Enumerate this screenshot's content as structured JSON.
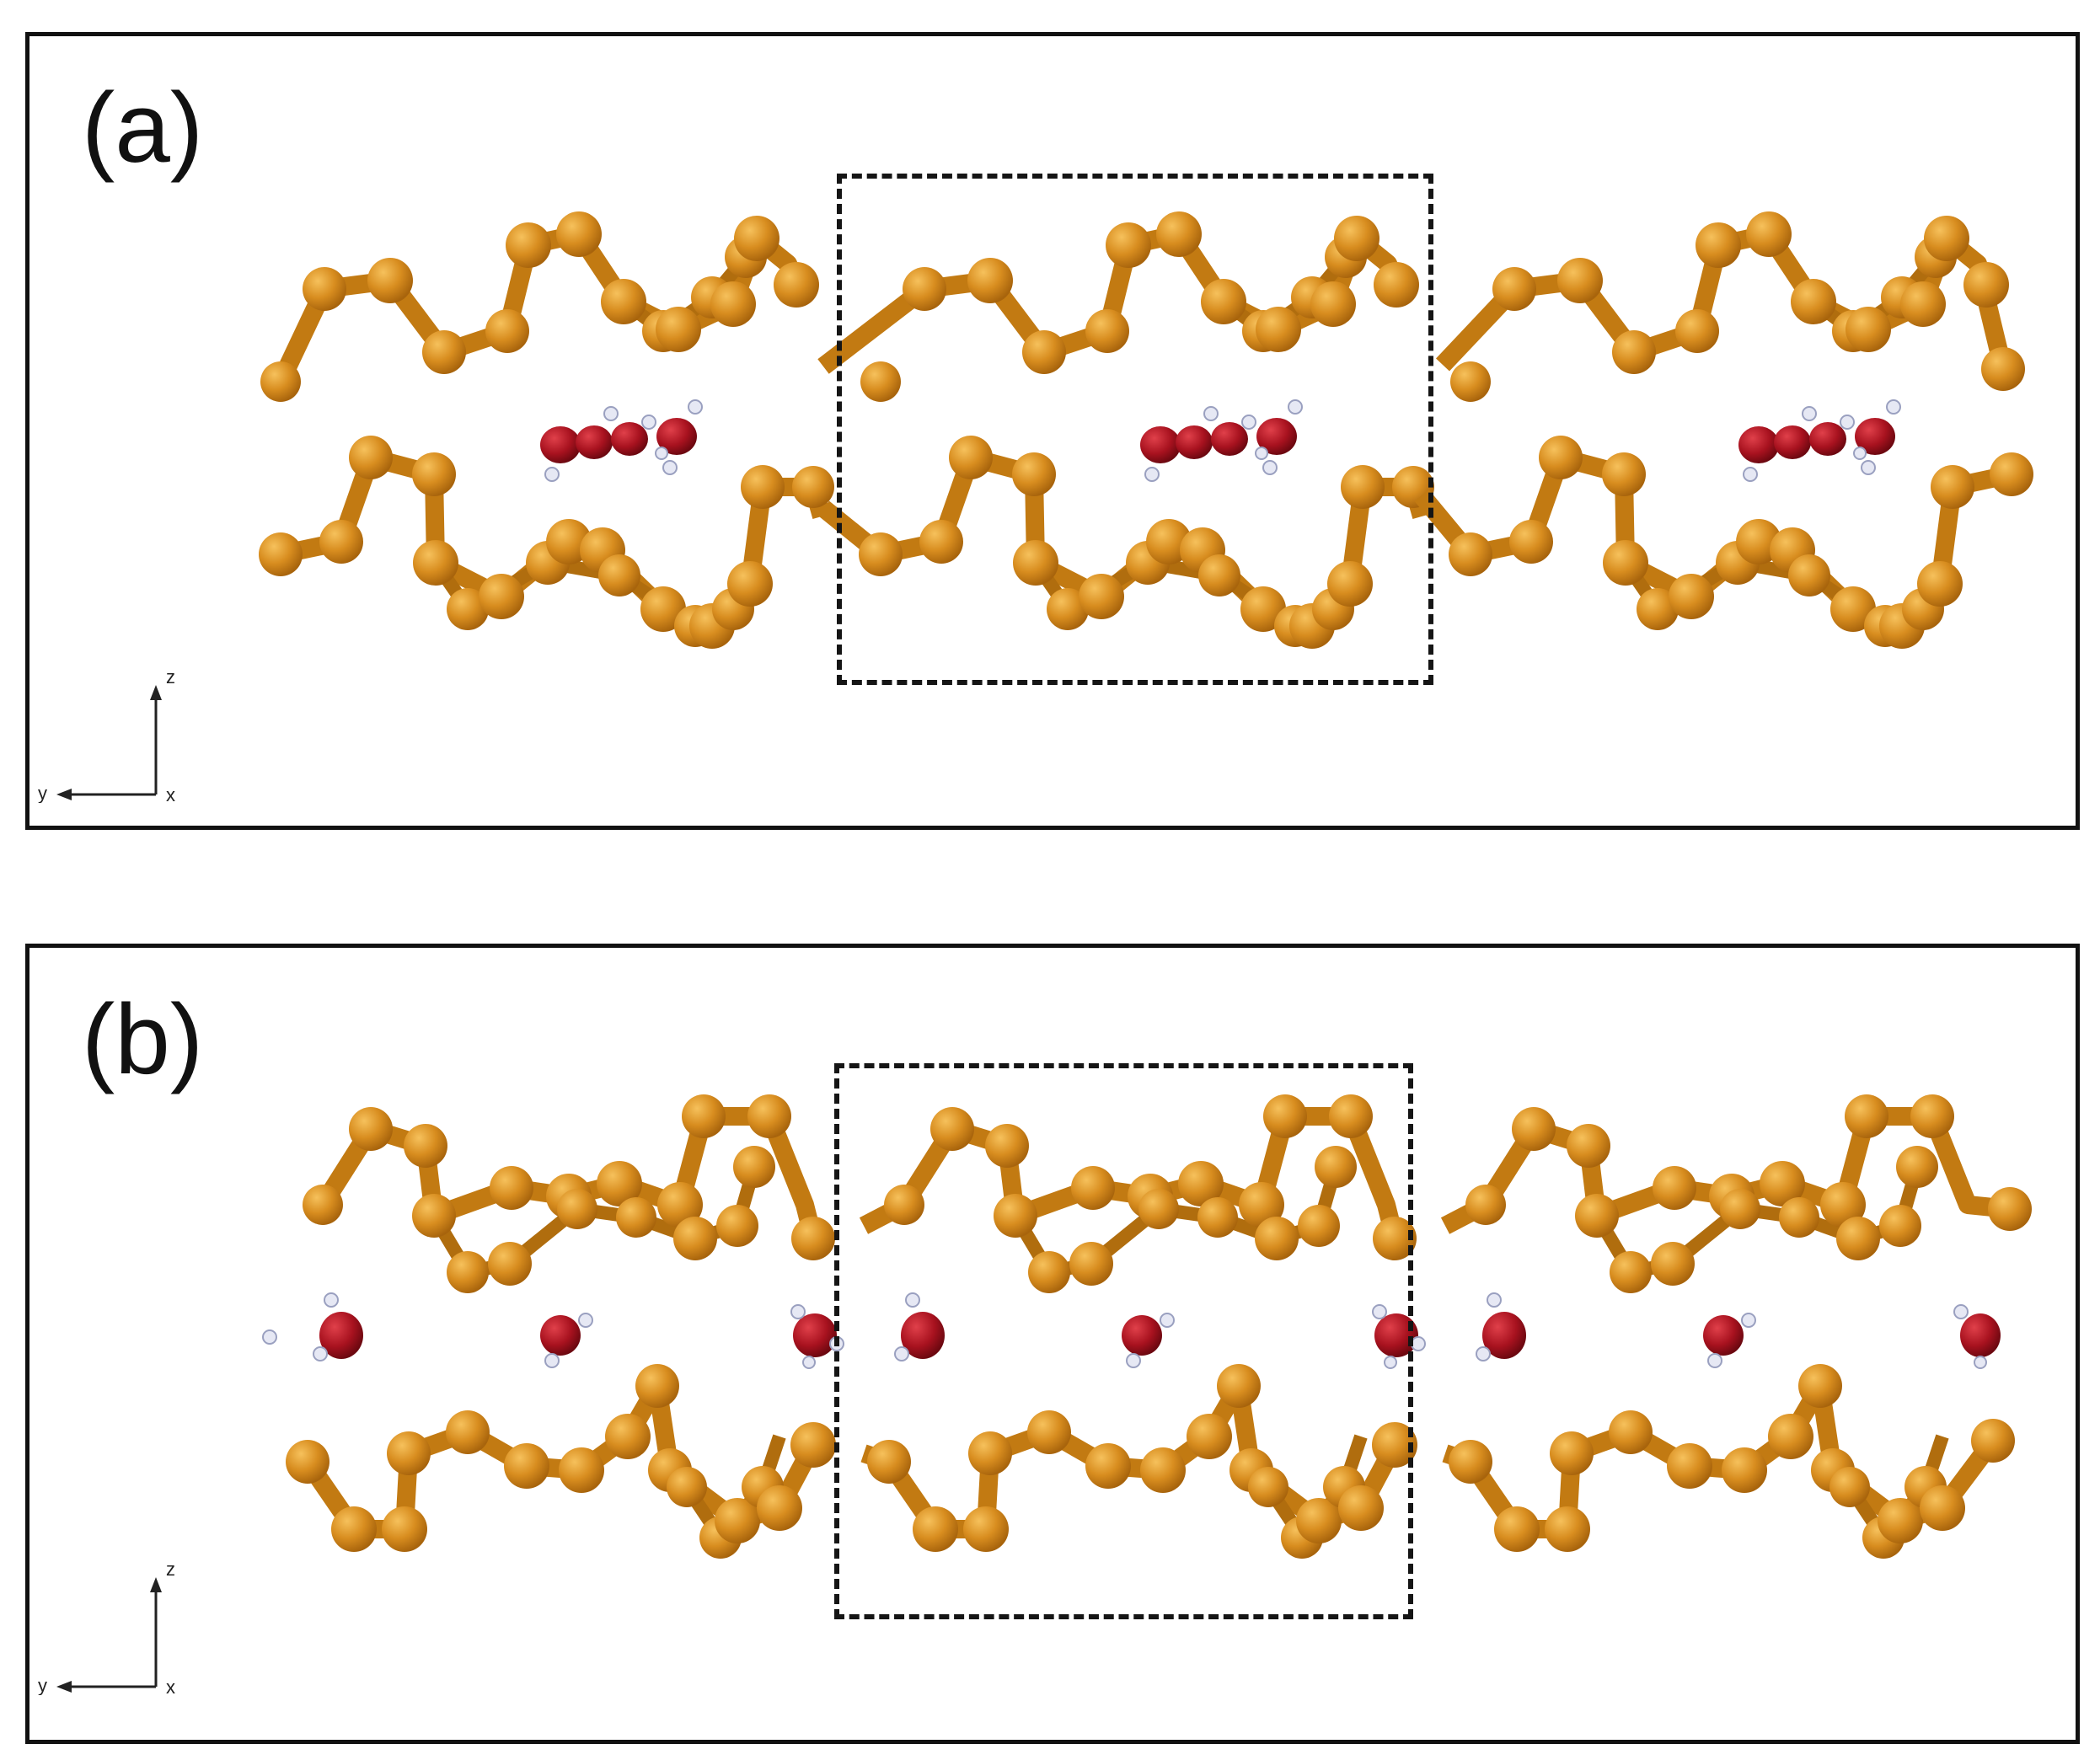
{
  "figure": {
    "panels": [
      {
        "id": "a",
        "label": "(a)"
      },
      {
        "id": "b",
        "label": "(b)"
      }
    ],
    "axis_labels": {
      "z": "z",
      "y": "y",
      "x": "x"
    },
    "colors": {
      "atom_orange": "#d4871c",
      "atom_orange_light": "#f0b04a",
      "bond_orange": "#c27a12",
      "oxygen_red": "#a8121f",
      "hydrogen_white": "#e6e8f4",
      "frame": "#111111"
    }
  }
}
